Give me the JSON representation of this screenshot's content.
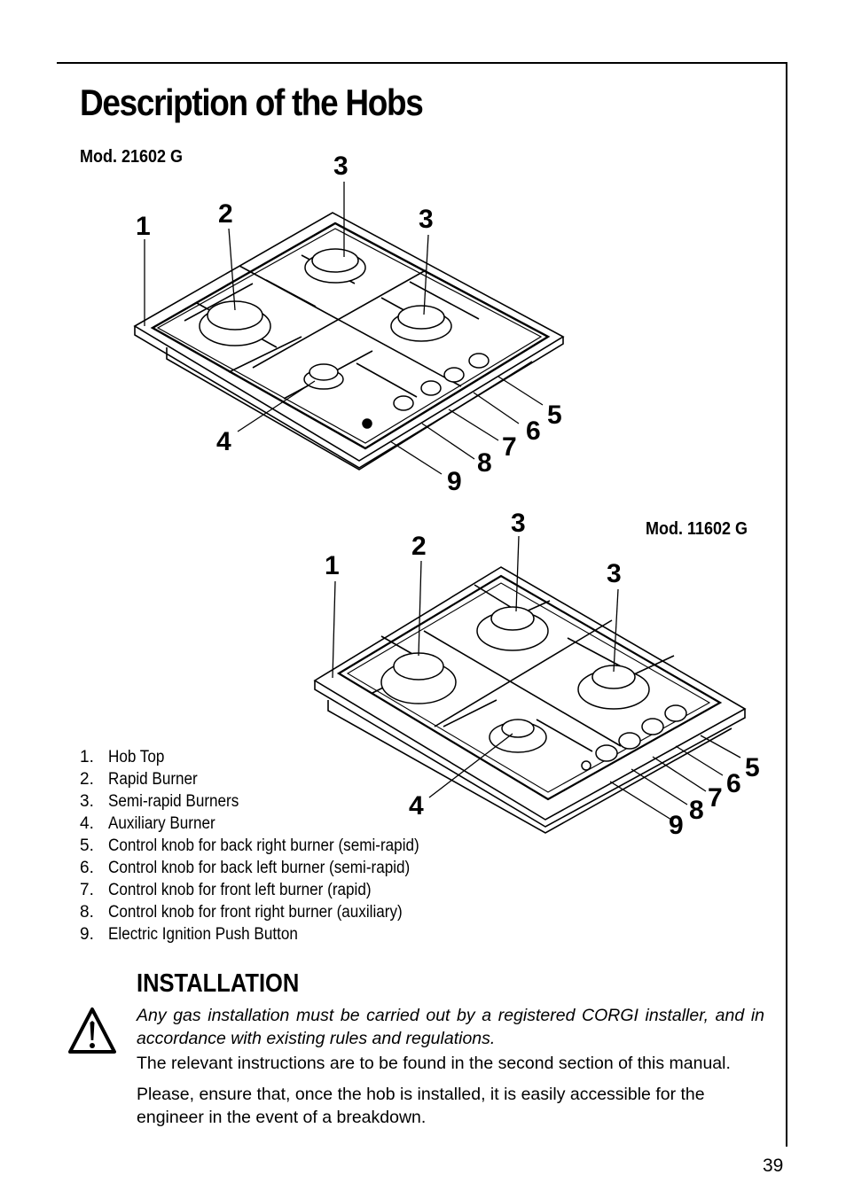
{
  "page": {
    "title": "Description of the Hobs",
    "page_number": "39"
  },
  "figures": [
    {
      "model_label": "Mod. 21602 G",
      "callouts": [
        "1",
        "2",
        "3",
        "3",
        "4",
        "5",
        "6",
        "7",
        "8",
        "9"
      ]
    },
    {
      "model_label": "Mod. 11602 G",
      "callouts": [
        "1",
        "2",
        "3",
        "3",
        "4",
        "5",
        "6",
        "7",
        "8",
        "9"
      ]
    }
  ],
  "legend": [
    {
      "num": "1.",
      "text": "Hob Top"
    },
    {
      "num": "2.",
      "text": "Rapid Burner"
    },
    {
      "num": "3.",
      "text": "Semi-rapid Burners"
    },
    {
      "num": "4.",
      "text": "Auxiliary Burner"
    },
    {
      "num": "5.",
      "text": "Control knob for back right burner (semi-rapid)"
    },
    {
      "num": "6.",
      "text": "Control knob for back left burner (semi-rapid)"
    },
    {
      "num": "7.",
      "text": "Control knob for front left burner (rapid)"
    },
    {
      "num": "8.",
      "text": "Control knob for front right burner (auxiliary)"
    },
    {
      "num": "9.",
      "text": "Electric Ignition Push Button"
    }
  ],
  "installation": {
    "heading": "INSTALLATION",
    "warning_text": "Any gas installation must be carried out by a registered CORGI installer, and in accordance with existing rules and regulations.",
    "instructions_text": "The relevant instructions are to be found in the second section of this manual.",
    "access_text": "Please, ensure that, once the hob is installed, it is easily accessible for the engineer in the event of a breakdown.",
    "warning_icon": "warning-triangle-icon"
  }
}
